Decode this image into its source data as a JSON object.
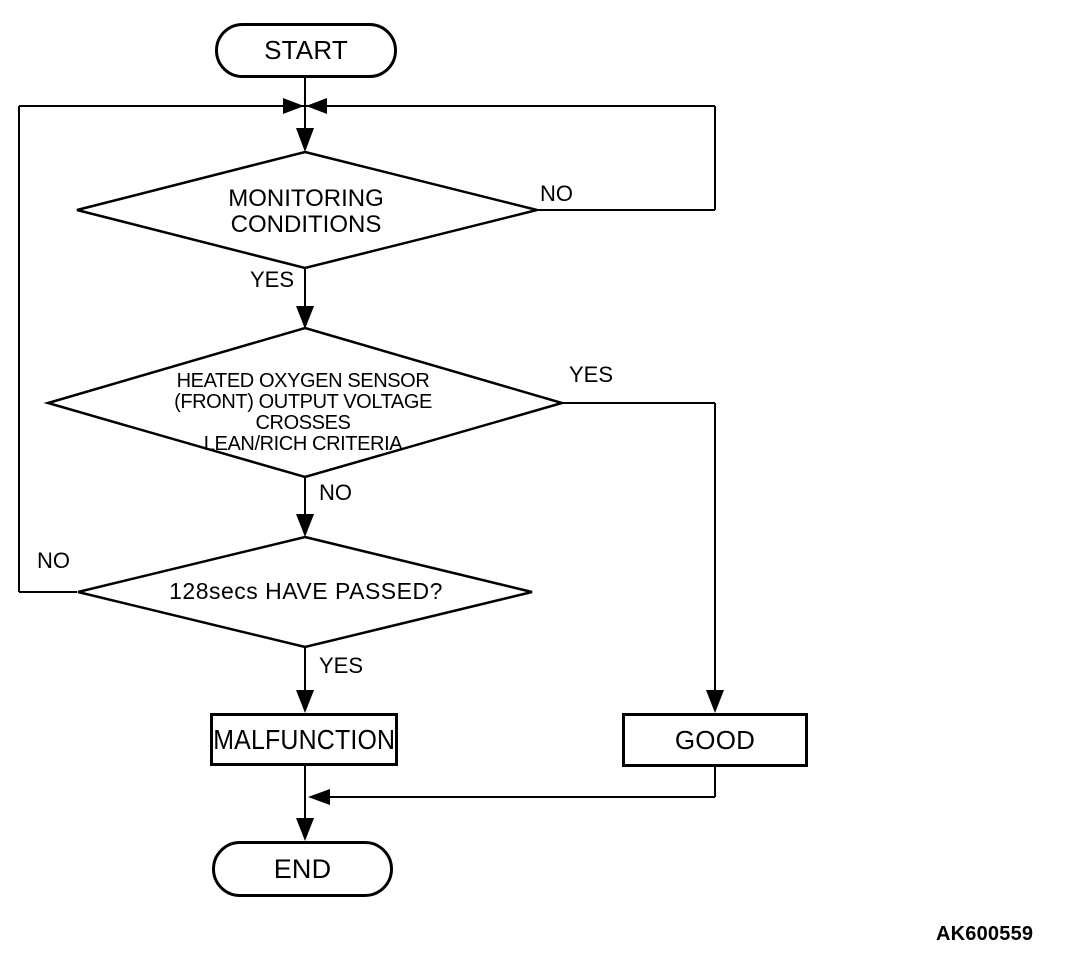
{
  "figure_id": "AK600559",
  "colors": {
    "line": "#000000",
    "background": "#ffffff",
    "text": "#000000"
  },
  "nodes": {
    "start": {
      "type": "terminator",
      "label": "START"
    },
    "monitoring": {
      "type": "decision",
      "lines": [
        "MONITORING",
        "CONDITIONS"
      ]
    },
    "sensor": {
      "type": "decision",
      "lines": [
        "HEATED OXYGEN SENSOR",
        "(FRONT) OUTPUT VOLTAGE CROSSES",
        "LEAN/RICH CRITERIA"
      ]
    },
    "timer": {
      "type": "decision",
      "label": "128secs HAVE PASSED?"
    },
    "malfunction": {
      "type": "process",
      "label": "MALFUNCTION"
    },
    "good": {
      "type": "process",
      "label": "GOOD"
    },
    "end": {
      "type": "terminator",
      "label": "END"
    }
  },
  "edges": {
    "monitoring_no": {
      "label": "NO",
      "from": "monitoring",
      "to": "loop-back-top"
    },
    "monitoring_yes": {
      "label": "YES",
      "from": "monitoring",
      "to": "sensor"
    },
    "sensor_yes": {
      "label": "YES",
      "from": "sensor",
      "to": "good"
    },
    "sensor_no": {
      "label": "NO",
      "from": "sensor",
      "to": "timer"
    },
    "timer_no": {
      "label": "NO",
      "from": "timer",
      "to": "loop-back-top"
    },
    "timer_yes": {
      "label": "YES",
      "from": "timer",
      "to": "malfunction"
    },
    "malfunction_end": {
      "from": "malfunction",
      "to": "end"
    },
    "good_end": {
      "from": "good",
      "to": "end"
    }
  }
}
